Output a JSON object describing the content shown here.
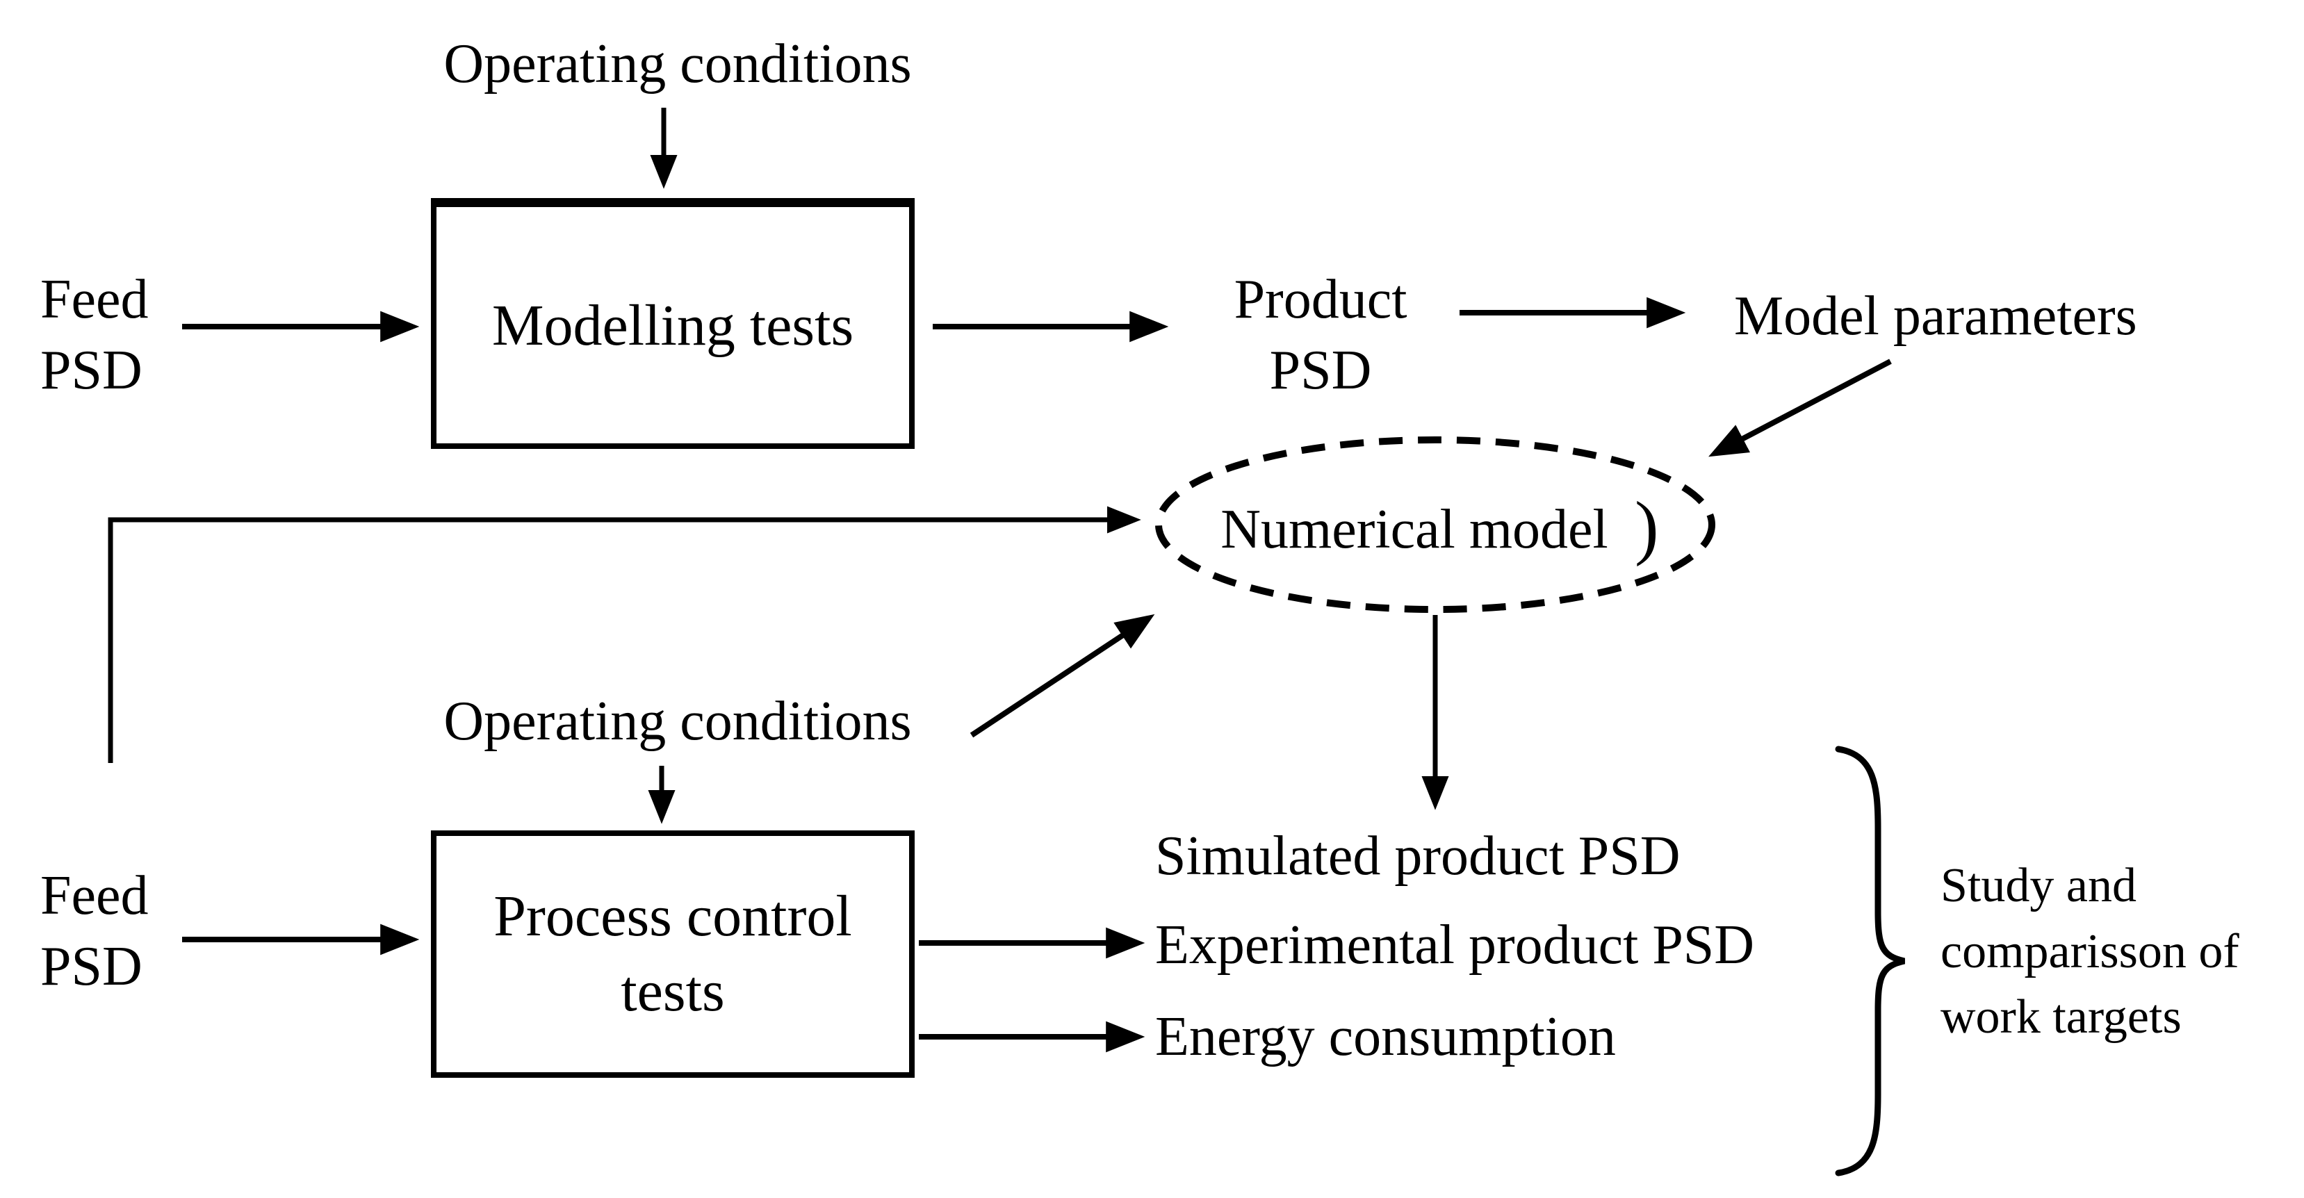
{
  "diagram_title": "Modelling and process-control test flow diagram",
  "colors": {
    "ink": "#000000",
    "background": "#ffffff"
  },
  "nodes": {
    "operating_conditions_top": {
      "label": "Operating conditions"
    },
    "feed_psd_top": {
      "line1": "Feed",
      "line2": "PSD"
    },
    "modelling_tests_box": {
      "label": "Modelling tests"
    },
    "product_psd": {
      "line1": "Product",
      "line2": "PSD"
    },
    "model_parameters": {
      "label": "Model parameters"
    },
    "numerical_model": {
      "label": "Numerical model",
      "paren_artifact": ")"
    },
    "operating_conditions_mid": {
      "label": "Operating conditions"
    },
    "process_control_box": {
      "line1": "Process control",
      "line2": "tests"
    },
    "feed_psd_bottom": {
      "line1": "Feed",
      "line2": "PSD"
    },
    "outputs": {
      "simulated": "Simulated product PSD",
      "experimental": "Experimental product PSD",
      "energy": "Energy consumption"
    },
    "study_note": {
      "line1": "Study and",
      "line2": "comparisson of",
      "line3": "work targets"
    }
  }
}
